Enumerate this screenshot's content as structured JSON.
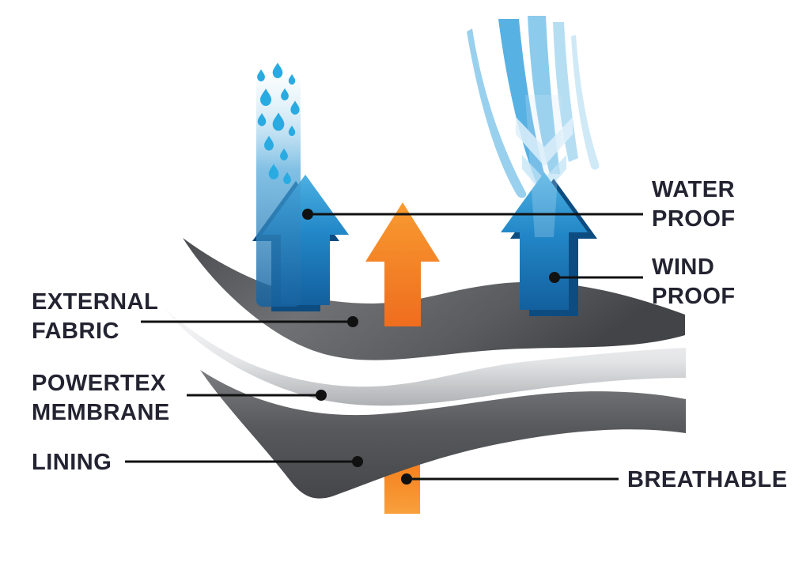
{
  "diagram": {
    "name": "fabric-technology-layer-diagram",
    "labels": {
      "water_proof": {
        "line1": "WATER",
        "line2": "PROOF"
      },
      "wind_proof": {
        "line1": "WIND",
        "line2": "PROOF"
      },
      "external_fabric": {
        "line1": "EXTERNAL",
        "line2": "FABRIC"
      },
      "powertex_membrane": {
        "line1": "POWERTEX",
        "line2": "MEMBRANE"
      },
      "lining": "LINING",
      "breathable": "BREATHABLE"
    },
    "colors": {
      "background": "#ffffff",
      "label_text": "#232331",
      "connector_line": "#111111",
      "arrow_blue": "#2a8fcc",
      "arrow_blue_dark": "#0d4c80",
      "arrow_orange": "#f5821f",
      "layer_dark_gray": "#58595b",
      "layer_light_gray": "#e6e7e8",
      "rain_blue": "#29abe2",
      "wind_light_blue": "#8ccbec"
    }
  }
}
